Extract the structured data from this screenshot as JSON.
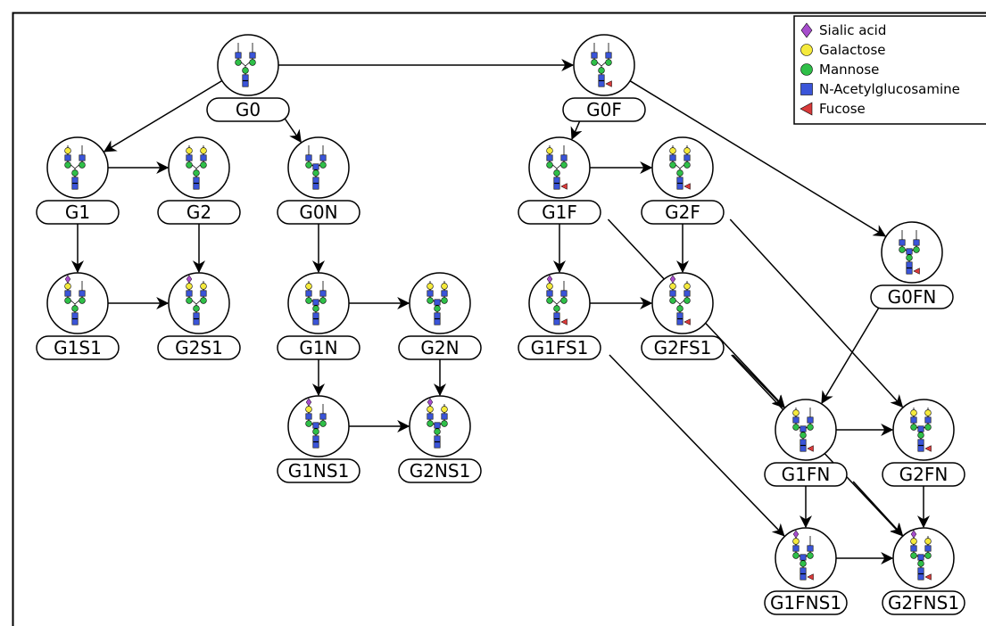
{
  "colors": {
    "sialic": "#a64dcc",
    "galactose": "#f5ea3c",
    "mannose": "#2fbf48",
    "glcnac": "#3b55d9",
    "fucose": "#d93a3a",
    "stroke": "#000000"
  },
  "legend": [
    {
      "symbol": "diamond",
      "color_key": "sialic",
      "label": "Sialic acid"
    },
    {
      "symbol": "circle",
      "color_key": "galactose",
      "label": "Galactose"
    },
    {
      "symbol": "circle",
      "color_key": "mannose",
      "label": "Mannose"
    },
    {
      "symbol": "square",
      "color_key": "glcnac",
      "label": "N-Acetylglucosamine"
    },
    {
      "symbol": "triangle",
      "color_key": "fucose",
      "label": "Fucose"
    }
  ],
  "nodes": [
    {
      "id": "G0",
      "label": "G0",
      "gal": 0,
      "sia": 0,
      "bisect": false,
      "fuc": false
    },
    {
      "id": "G0F",
      "label": "G0F",
      "gal": 0,
      "sia": 0,
      "bisect": false,
      "fuc": true
    },
    {
      "id": "G1",
      "label": "G1",
      "gal": 1,
      "sia": 0,
      "bisect": false,
      "fuc": false
    },
    {
      "id": "G2",
      "label": "G2",
      "gal": 2,
      "sia": 0,
      "bisect": false,
      "fuc": false
    },
    {
      "id": "G0N",
      "label": "G0N",
      "gal": 0,
      "sia": 0,
      "bisect": true,
      "fuc": false
    },
    {
      "id": "G1F",
      "label": "G1F",
      "gal": 1,
      "sia": 0,
      "bisect": false,
      "fuc": true
    },
    {
      "id": "G2F",
      "label": "G2F",
      "gal": 2,
      "sia": 0,
      "bisect": false,
      "fuc": true
    },
    {
      "id": "G0FN",
      "label": "G0FN",
      "gal": 0,
      "sia": 0,
      "bisect": true,
      "fuc": true
    },
    {
      "id": "G1S1",
      "label": "G1S1",
      "gal": 1,
      "sia": 1,
      "bisect": false,
      "fuc": false
    },
    {
      "id": "G2S1",
      "label": "G2S1",
      "gal": 2,
      "sia": 1,
      "bisect": false,
      "fuc": false
    },
    {
      "id": "G1N",
      "label": "G1N",
      "gal": 1,
      "sia": 0,
      "bisect": true,
      "fuc": false
    },
    {
      "id": "G2N",
      "label": "G2N",
      "gal": 2,
      "sia": 0,
      "bisect": true,
      "fuc": false
    },
    {
      "id": "G1FS1",
      "label": "G1FS1",
      "gal": 1,
      "sia": 1,
      "bisect": false,
      "fuc": true
    },
    {
      "id": "G2FS1",
      "label": "G2FS1",
      "gal": 2,
      "sia": 1,
      "bisect": false,
      "fuc": true
    },
    {
      "id": "G1NS1",
      "label": "G1NS1",
      "gal": 1,
      "sia": 1,
      "bisect": true,
      "fuc": false
    },
    {
      "id": "G2NS1",
      "label": "G2NS1",
      "gal": 2,
      "sia": 1,
      "bisect": true,
      "fuc": false
    },
    {
      "id": "G1FN",
      "label": "G1FN",
      "gal": 1,
      "sia": 0,
      "bisect": true,
      "fuc": true
    },
    {
      "id": "G2FN",
      "label": "G2FN",
      "gal": 2,
      "sia": 0,
      "bisect": true,
      "fuc": true
    },
    {
      "id": "G1FNS1",
      "label": "G1FNS1",
      "gal": 1,
      "sia": 1,
      "bisect": true,
      "fuc": true
    },
    {
      "id": "G2FNS1",
      "label": "G2FNS1",
      "gal": 2,
      "sia": 1,
      "bisect": true,
      "fuc": true
    }
  ],
  "edges": [
    [
      "G0",
      "G0F"
    ],
    [
      "G0",
      "G1"
    ],
    [
      "G0",
      "G0N"
    ],
    [
      "G1",
      "G2"
    ],
    [
      "G1",
      "G1S1"
    ],
    [
      "G2",
      "G2S1"
    ],
    [
      "G1S1",
      "G2S1"
    ],
    [
      "G0N",
      "G1N"
    ],
    [
      "G1N",
      "G2N"
    ],
    [
      "G1N",
      "G1NS1"
    ],
    [
      "G2N",
      "G2NS1"
    ],
    [
      "G1NS1",
      "G2NS1"
    ],
    [
      "G0F",
      "G1F"
    ],
    [
      "G0F",
      "G0FN"
    ],
    [
      "G1F",
      "G2F"
    ],
    [
      "G1F",
      "G1FS1"
    ],
    [
      "G2F",
      "G2FS1"
    ],
    [
      "G1FS1",
      "G2FS1"
    ],
    [
      "G1F",
      "G1FN"
    ],
    [
      "G2F",
      "G2FN"
    ],
    [
      "G0FN",
      "G1FN"
    ],
    [
      "G1FS1",
      "G1FNS1"
    ],
    [
      "G2FS1",
      "G1FN"
    ],
    [
      "G2FS1",
      "G2FNS1"
    ],
    [
      "G1FN",
      "G2FN"
    ],
    [
      "G1FN",
      "G1FNS1"
    ],
    [
      "G1FN",
      "G2FNS1"
    ],
    [
      "G2FN",
      "G2FNS1"
    ],
    [
      "G1FNS1",
      "G2FNS1"
    ]
  ]
}
